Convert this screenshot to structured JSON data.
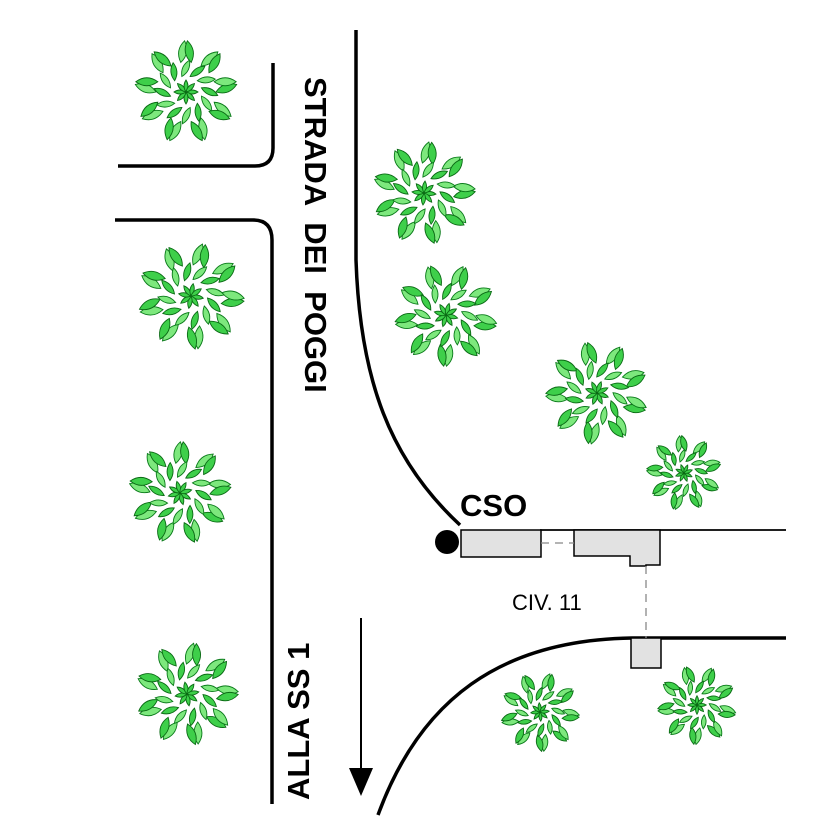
{
  "map": {
    "street_name": "STRADA  DEI  POGGI",
    "direction_label": "ALLA SS 1",
    "outfall_label": "CSO",
    "civic_number_label": "CIV. 11",
    "icons": {
      "tree": "tree-icon",
      "outfall_point": "filled-circle-icon",
      "direction_arrow": "arrow-down-icon"
    },
    "colors": {
      "tree_light": "#7de87d",
      "tree_dark": "#3ecf4a",
      "tree_outline": "#0a7a1a",
      "building_fill": "#e2e2e2",
      "road_line": "#000000"
    }
  }
}
